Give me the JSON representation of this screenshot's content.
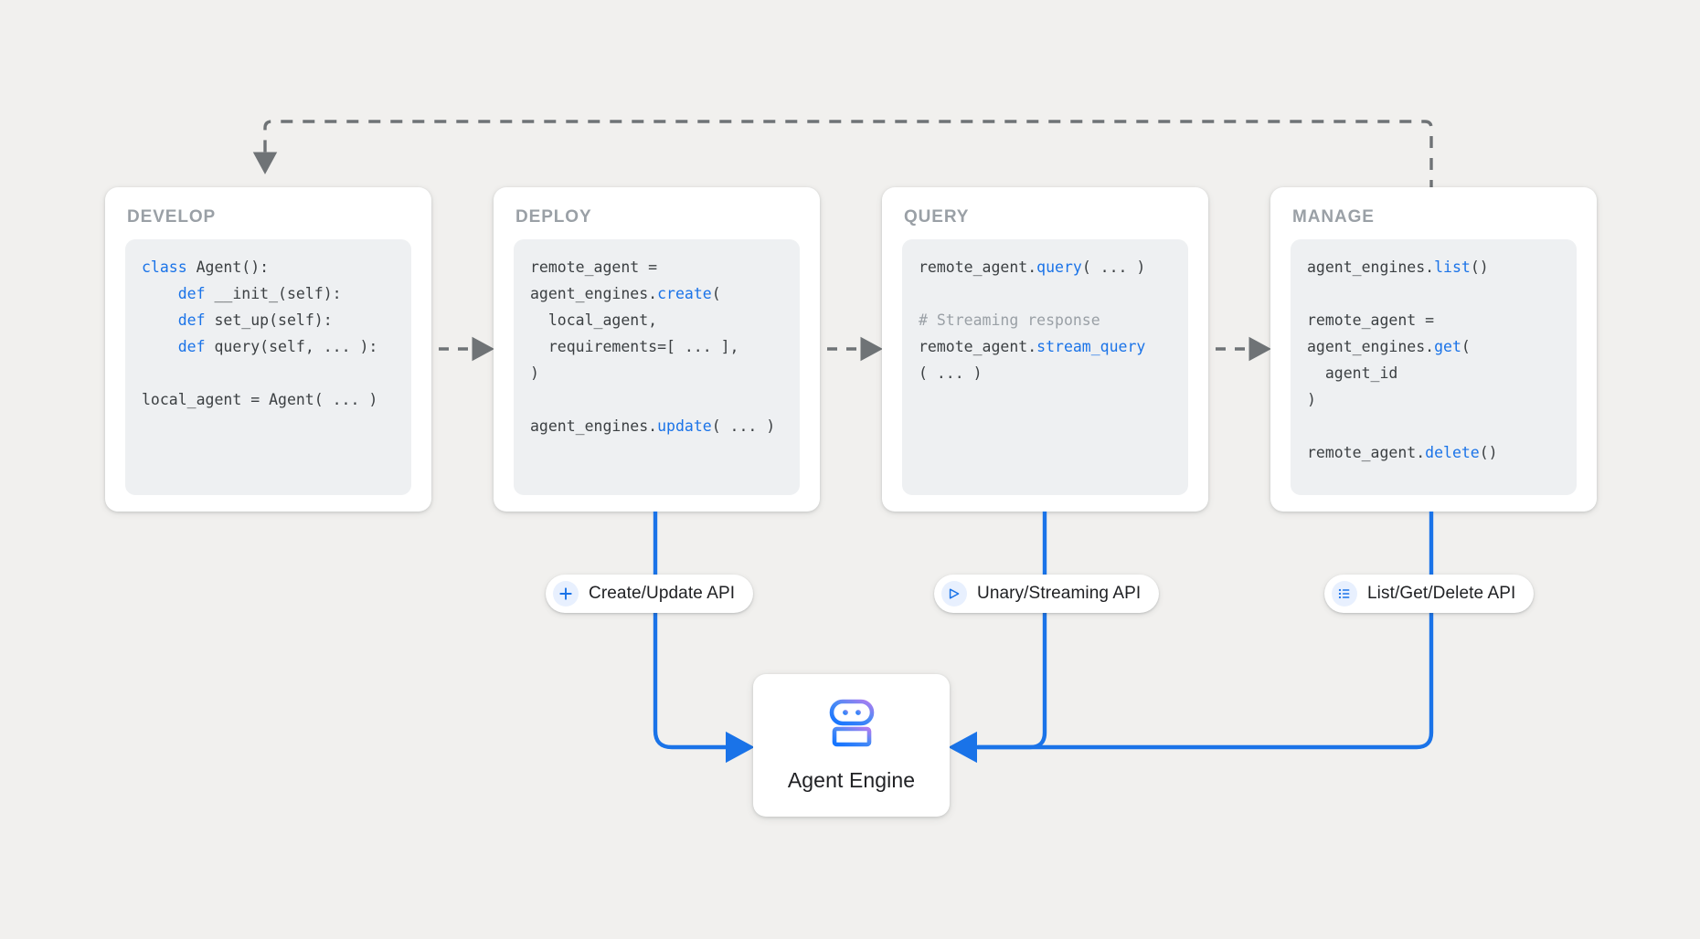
{
  "canvas": {
    "background": "#f1f0ee",
    "accent_blue": "#1a73e8",
    "dashed_gray": "#6f7376",
    "code_bg": "#eef0f2",
    "title_gray": "#9aa0a6"
  },
  "stages": [
    {
      "id": "develop",
      "title": "DEVELOP",
      "code_lines": [
        [
          {
            "t": "class ",
            "c": "kw"
          },
          {
            "t": "Agent():",
            "c": ""
          }
        ],
        [
          {
            "t": "    ",
            "c": ""
          },
          {
            "t": "def ",
            "c": "kw"
          },
          {
            "t": "__init_(self):",
            "c": ""
          }
        ],
        [
          {
            "t": "    ",
            "c": ""
          },
          {
            "t": "def ",
            "c": "kw"
          },
          {
            "t": "set_up(self):",
            "c": ""
          }
        ],
        [
          {
            "t": "    ",
            "c": ""
          },
          {
            "t": "def ",
            "c": "kw"
          },
          {
            "t": "query(self, ... ):",
            "c": ""
          }
        ],
        [
          {
            "t": "",
            "c": ""
          }
        ],
        [
          {
            "t": "local_agent = Agent( ... )",
            "c": ""
          }
        ]
      ]
    },
    {
      "id": "deploy",
      "title": "DEPLOY",
      "code_lines": [
        [
          {
            "t": "remote_agent =",
            "c": ""
          }
        ],
        [
          {
            "t": "agent_engines.",
            "c": ""
          },
          {
            "t": "create",
            "c": "fn"
          },
          {
            "t": "(",
            "c": ""
          }
        ],
        [
          {
            "t": "  local_agent,",
            "c": ""
          }
        ],
        [
          {
            "t": "  requirements=[ ... ],",
            "c": ""
          }
        ],
        [
          {
            "t": ")",
            "c": ""
          }
        ],
        [
          {
            "t": "",
            "c": ""
          }
        ],
        [
          {
            "t": "agent_engines.",
            "c": ""
          },
          {
            "t": "update",
            "c": "fn"
          },
          {
            "t": "( ... )",
            "c": ""
          }
        ]
      ]
    },
    {
      "id": "query",
      "title": "QUERY",
      "code_lines": [
        [
          {
            "t": "remote_agent.",
            "c": ""
          },
          {
            "t": "query",
            "c": "fn"
          },
          {
            "t": "( ... )",
            "c": ""
          }
        ],
        [
          {
            "t": "",
            "c": ""
          }
        ],
        [
          {
            "t": "# Streaming response",
            "c": "cmt"
          }
        ],
        [
          {
            "t": "remote_agent.",
            "c": ""
          },
          {
            "t": "stream_query",
            "c": "fn"
          }
        ],
        [
          {
            "t": "( ... )",
            "c": ""
          }
        ]
      ]
    },
    {
      "id": "manage",
      "title": "MANAGE",
      "code_lines": [
        [
          {
            "t": "agent_engines.",
            "c": ""
          },
          {
            "t": "list",
            "c": "fn"
          },
          {
            "t": "()",
            "c": ""
          }
        ],
        [
          {
            "t": "",
            "c": ""
          }
        ],
        [
          {
            "t": "remote_agent =",
            "c": ""
          }
        ],
        [
          {
            "t": "agent_engines.",
            "c": ""
          },
          {
            "t": "get",
            "c": "fn"
          },
          {
            "t": "(",
            "c": ""
          }
        ],
        [
          {
            "t": "  agent_id",
            "c": ""
          }
        ],
        [
          {
            "t": ")",
            "c": ""
          }
        ],
        [
          {
            "t": "",
            "c": ""
          }
        ],
        [
          {
            "t": "remote_agent.",
            "c": ""
          },
          {
            "t": "delete",
            "c": "fn"
          },
          {
            "t": "()",
            "c": ""
          }
        ]
      ]
    }
  ],
  "api_pills": [
    {
      "id": "create-update",
      "label": "Create/Update API",
      "icon": "plus-icon"
    },
    {
      "id": "unary-streaming",
      "label": "Unary/Streaming API",
      "icon": "send-triangle-icon"
    },
    {
      "id": "list-get-delete",
      "label": "List/Get/Delete API",
      "icon": "list-icon"
    }
  ],
  "agent_engine": {
    "label": "Agent Engine",
    "icon": "robot-icon",
    "gradient_from": "#b07cf0",
    "gradient_to": "#1675ff"
  }
}
